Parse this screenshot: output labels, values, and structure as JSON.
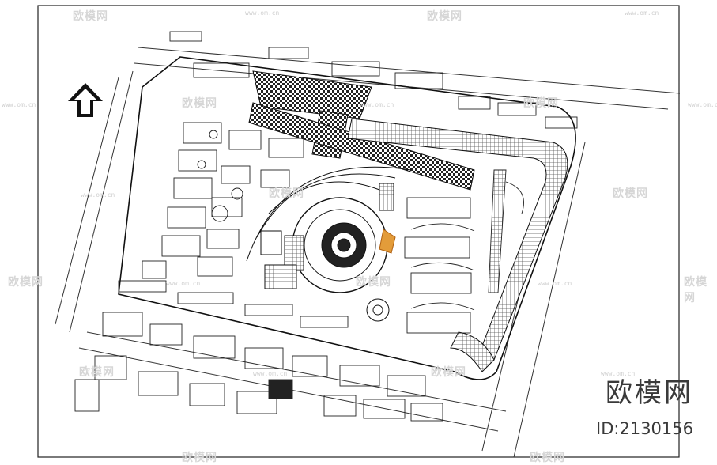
{
  "watermark": {
    "brand_text": "欧模网",
    "url_text": "www.om.cn"
  },
  "brand": {
    "name": "欧模网",
    "id_label": "ID:2130156"
  },
  "map": {
    "north_arrow": "north-arrow-icon"
  }
}
